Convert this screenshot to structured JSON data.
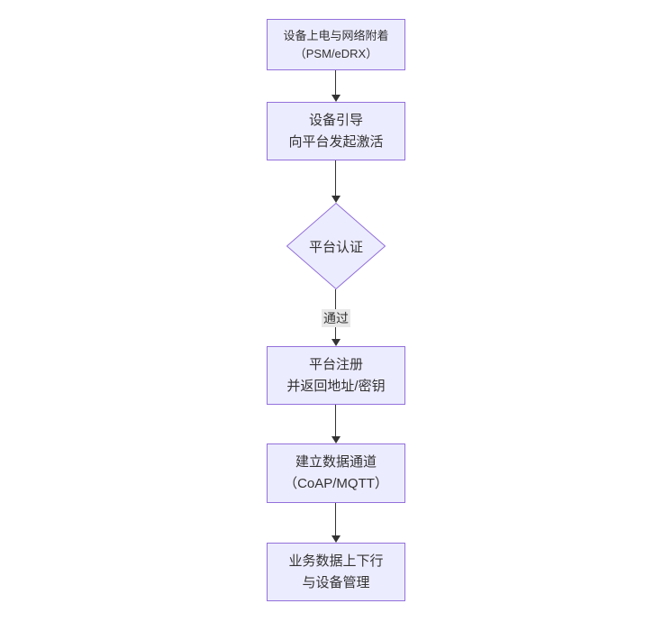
{
  "diagram": {
    "type": "flowchart",
    "direction": "top-down",
    "colors": {
      "background": "#ffffff",
      "node_fill": "#ECECFF",
      "node_border": "#9370DB",
      "arrow_color": "#333333",
      "text_color": "#333333",
      "edge_label_background": "#e8e8e8"
    },
    "nodes": [
      {
        "id": "power-attach",
        "shape": "rect",
        "lines": [
          "设备上电与网络附着",
          "（PSM/eDRX）"
        ]
      },
      {
        "id": "bootstrap",
        "shape": "rect",
        "lines": [
          "设备引导",
          "向平台发起激活"
        ]
      },
      {
        "id": "auth-decision",
        "shape": "diamond",
        "lines": [
          "平台认证"
        ]
      },
      {
        "id": "register",
        "shape": "rect",
        "lines": [
          "平台注册",
          "并返回地址/密钥"
        ]
      },
      {
        "id": "data-channel",
        "shape": "rect",
        "lines": [
          "建立数据通道",
          "（CoAP/MQTT）"
        ]
      },
      {
        "id": "business-data",
        "shape": "rect",
        "lines": [
          "业务数据上下行",
          "与设备管理"
        ]
      }
    ],
    "edges": [
      {
        "from": "power-attach",
        "to": "bootstrap",
        "label": ""
      },
      {
        "from": "bootstrap",
        "to": "auth-decision",
        "label": ""
      },
      {
        "from": "auth-decision",
        "to": "register",
        "label": "通过"
      },
      {
        "from": "register",
        "to": "data-channel",
        "label": ""
      },
      {
        "from": "data-channel",
        "to": "business-data",
        "label": ""
      }
    ]
  }
}
